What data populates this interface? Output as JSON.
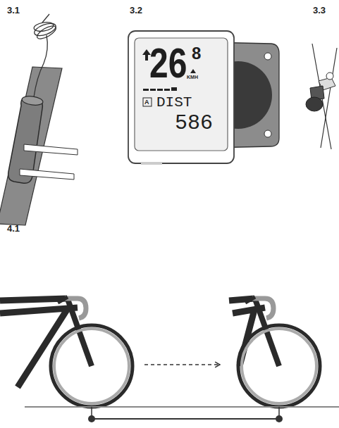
{
  "diagram": {
    "labels": [
      "3.1",
      "3.2",
      "3.3",
      "26",
      "8",
      "KMH",
      "DIST",
      "A",
      "586",
      "4.1"
    ]
  }
}
